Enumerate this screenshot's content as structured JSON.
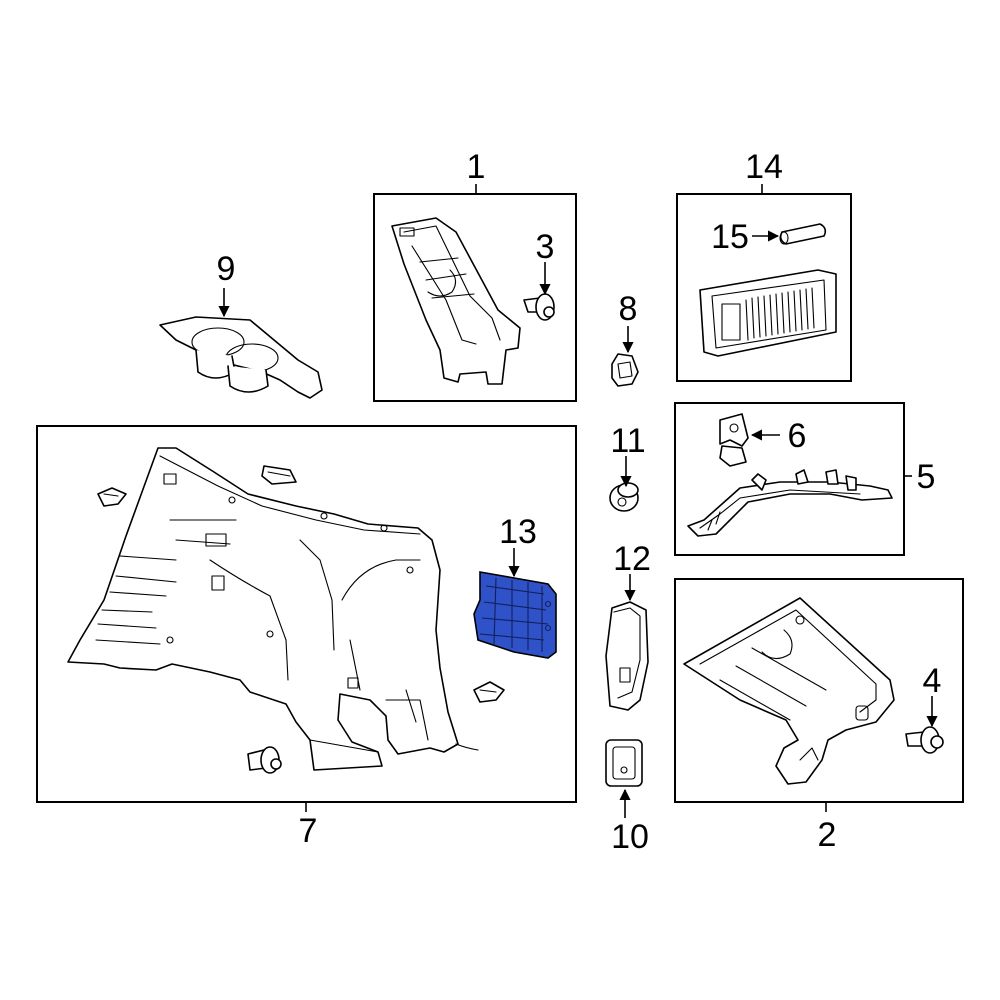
{
  "diagram": {
    "highlight_color": "#2f52c8",
    "highlighted_part": "13",
    "callouts": [
      {
        "id": "1",
        "label": "1"
      },
      {
        "id": "2",
        "label": "2"
      },
      {
        "id": "3",
        "label": "3"
      },
      {
        "id": "4",
        "label": "4"
      },
      {
        "id": "5",
        "label": "5"
      },
      {
        "id": "6",
        "label": "6"
      },
      {
        "id": "7",
        "label": "7"
      },
      {
        "id": "8",
        "label": "8"
      },
      {
        "id": "9",
        "label": "9"
      },
      {
        "id": "10",
        "label": "10"
      },
      {
        "id": "11",
        "label": "11"
      },
      {
        "id": "12",
        "label": "12"
      },
      {
        "id": "13",
        "label": "13"
      },
      {
        "id": "14",
        "label": "14"
      },
      {
        "id": "15",
        "label": "15"
      }
    ]
  }
}
